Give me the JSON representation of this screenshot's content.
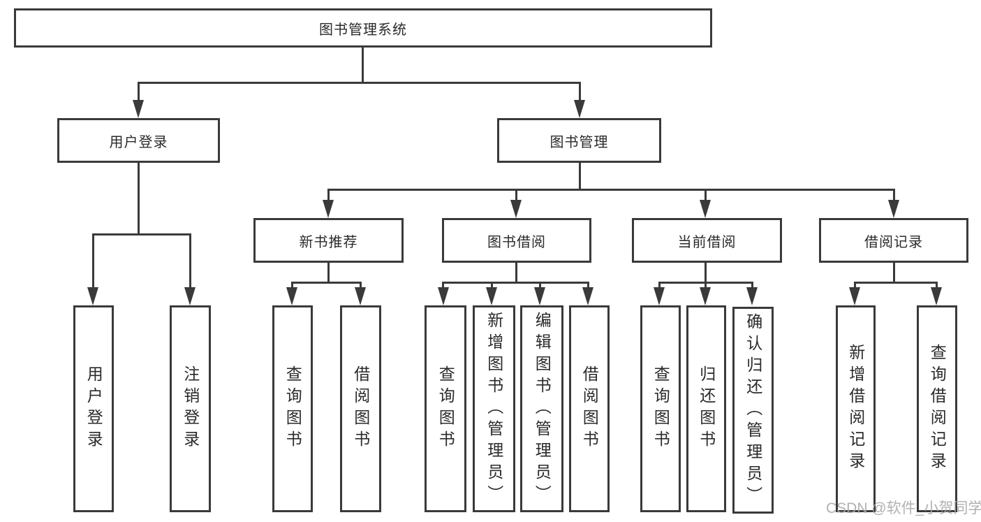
{
  "diagram": {
    "title": "图书管理系统",
    "root": "图书管理系统",
    "level2": [
      "用户登录",
      "图书管理"
    ],
    "level3": [
      "新书推荐",
      "图书借阅",
      "当前借阅",
      "借阅记录"
    ],
    "user_children": [
      "用户登录",
      "注销登录"
    ],
    "recommend_children": [
      "查询图书",
      "借阅图书"
    ],
    "borrow_children": [
      "查询图书",
      "新增图书（管理员）",
      "编辑图书（管理员）",
      "借阅图书"
    ],
    "current_children": [
      "查询图书",
      "归还图书",
      "确认归还（管理员）"
    ],
    "records_children": [
      "新增借阅记录",
      "查询借阅记录"
    ],
    "watermark": "CSDN @软件_小贺同学"
  },
  "colors": {
    "line": "#3a3a3a",
    "text": "#2a2a2a",
    "watermark": "#a8a8a8"
  }
}
